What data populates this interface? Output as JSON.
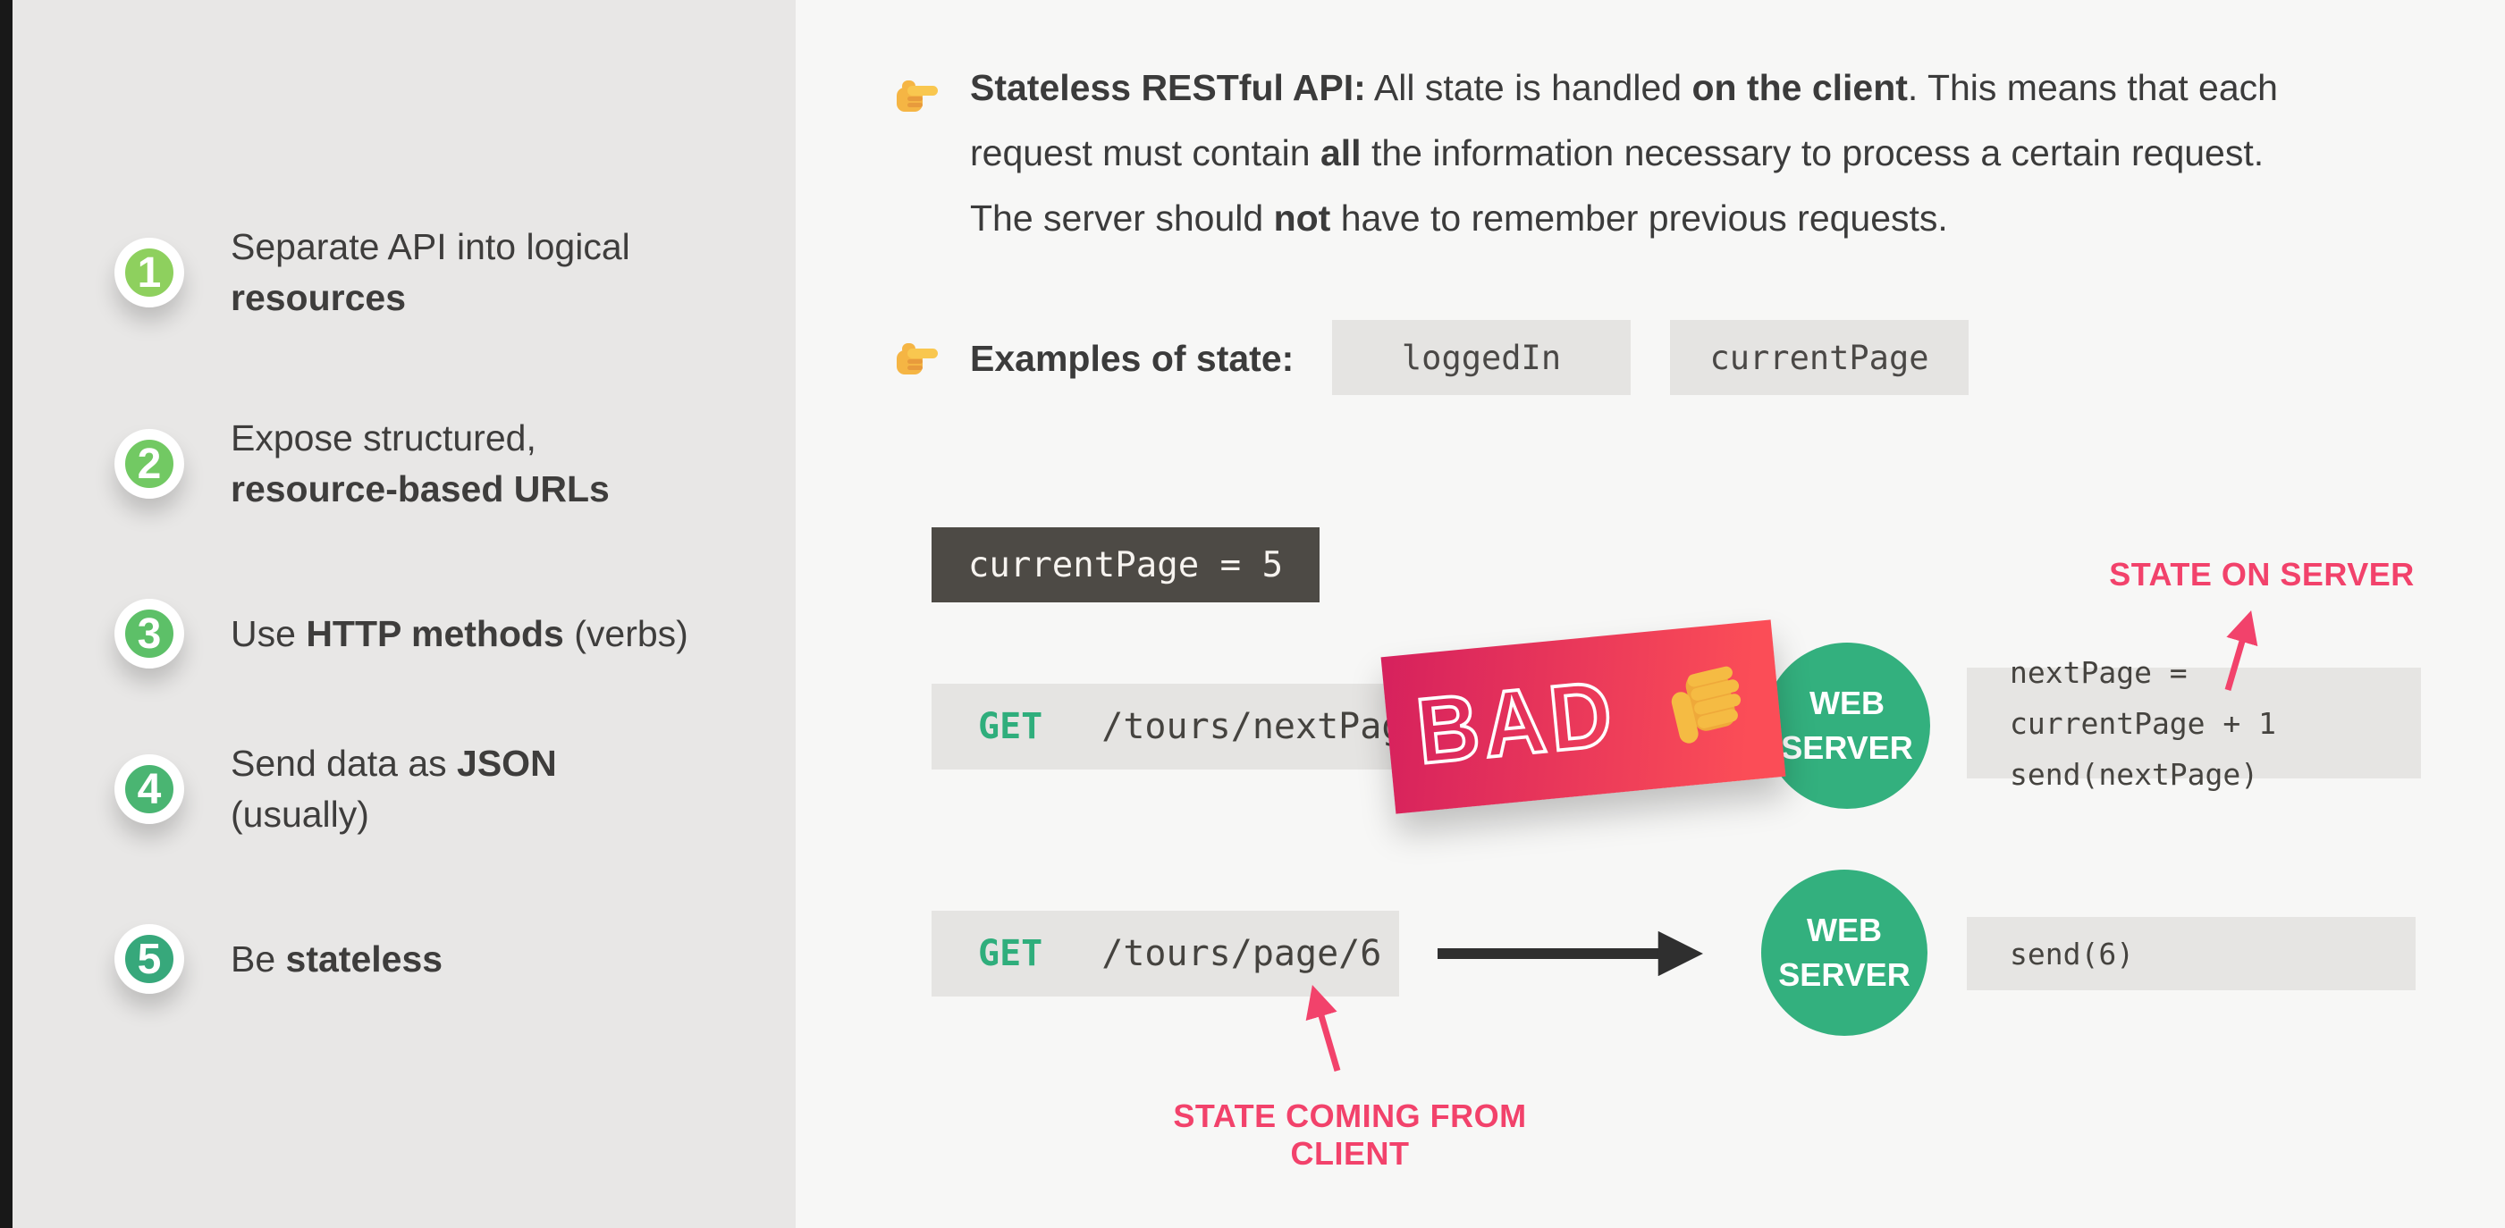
{
  "sidebar": {
    "items": [
      {
        "number": "1",
        "color": "#8ed05e",
        "segments": [
          {
            "t": "Separate API into logical"
          },
          {
            "br": true
          },
          {
            "t": "resources",
            "b": true
          }
        ]
      },
      {
        "number": "2",
        "color": "#72c963",
        "segments": [
          {
            "t": "Expose structured,"
          },
          {
            "br": true
          },
          {
            "t": "resource-based URLs",
            "b": true
          }
        ]
      },
      {
        "number": "3",
        "color": "#5dc068",
        "segments": [
          {
            "t": "Use "
          },
          {
            "t": "HTTP methods",
            "b": true
          },
          {
            "t": " (verbs)"
          }
        ]
      },
      {
        "number": "4",
        "color": "#4ab572",
        "segments": [
          {
            "t": "Send data as "
          },
          {
            "t": "JSON",
            "b": true
          },
          {
            "br": true
          },
          {
            "t": "(usually)"
          }
        ]
      },
      {
        "number": "5",
        "color": "#37a87b",
        "segments": [
          {
            "t": "Be "
          },
          {
            "t": "stateless",
            "b": true
          }
        ]
      }
    ]
  },
  "content": {
    "stateless_note": {
      "icon": "pointing-finger-icon",
      "segments": [
        {
          "t": "Stateless RESTful API:",
          "b": true
        },
        {
          "t": " All state is handled "
        },
        {
          "t": "on the client",
          "b": true
        },
        {
          "t": ". This means that each"
        },
        {
          "br": true
        },
        {
          "t": "request must contain "
        },
        {
          "t": "all",
          "b": true
        },
        {
          "t": " the information necessary to process a certain request."
        },
        {
          "br": true
        },
        {
          "t": "The server should "
        },
        {
          "t": "not",
          "b": true
        },
        {
          "t": " have to remember previous requests."
        }
      ]
    },
    "examples": {
      "icon": "pointing-finger-icon",
      "label": "Examples of state:",
      "chips": [
        "loggedIn",
        "currentPage"
      ]
    },
    "client_state": "currentPage = 5",
    "bad_flow": {
      "method": "GET",
      "path": "/tours/nextPage",
      "sticker": "BAD",
      "sticker_icon": "thumbs-down-icon",
      "server_lines": [
        "WEB",
        "SERVER"
      ],
      "server_code": [
        "nextPage = currentPage + 1",
        "send(nextPage)"
      ],
      "annotation": "STATE ON SERVER"
    },
    "good_flow": {
      "method": "GET",
      "path": "/tours/page/6",
      "server_lines": [
        "WEB",
        "SERVER"
      ],
      "server_code": [
        "send(6)"
      ],
      "annotation": "STATE COMING FROM CLIENT"
    }
  },
  "colors": {
    "step_green_start": "#8ed05e",
    "step_green_end": "#37a87b",
    "accent_green": "#2fae7c",
    "server_green": "#33b07e",
    "annotation_pink": "#f2426b",
    "sticker_gradient": [
      "#d6215d",
      "#fb4d57"
    ],
    "dark_box_bg": "#4d4a45",
    "chip_bg": "#e5e4e2",
    "sidebar_bg": "#e8e7e6",
    "canvas_bg": "#f7f7f6",
    "edge_strip": "#181818"
  }
}
